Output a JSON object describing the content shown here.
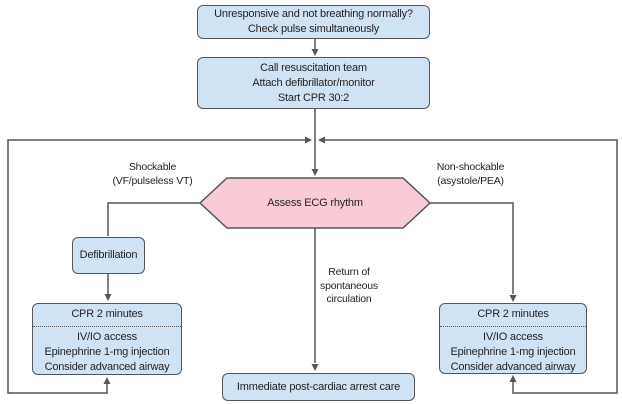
{
  "colors": {
    "box_fill": "#cfe3f4",
    "hexagon_fill": "#f8cbd6",
    "border_and_lines": "#54565a",
    "text": "#231f20",
    "background": "#ffffff"
  },
  "nodes": {
    "start": {
      "line1": "Unresponsive and not breathing normally?",
      "line2": "Check pulse simultaneously"
    },
    "team": {
      "line1": "Call resuscitation team",
      "line2": "Attach defibrillator/monitor",
      "line3": "Start CPR 30:2"
    },
    "assess": {
      "label": "Assess ECG rhythm"
    },
    "defibrillation": {
      "label": "Defibrillation"
    },
    "cpr_left": {
      "title": "CPR 2 minutes",
      "line1": "IV/IO access",
      "line2": "Epinephrine 1-mg injection",
      "line3": "Consider advanced airway"
    },
    "cpr_right": {
      "title": "CPR 2 minutes",
      "line1": "IV/IO access",
      "line2": "Epinephrine 1-mg injection",
      "line3": "Consider advanced airway"
    },
    "post_arrest": {
      "label": "Immediate post-cardiac arrest care"
    }
  },
  "branch_labels": {
    "shockable": {
      "line1": "Shockable",
      "line2": "(VF/pulseless VT)"
    },
    "nonshockable": {
      "line1": "Non-shockable",
      "line2": "(asystole/PEA)"
    },
    "rosc": {
      "line1": "Return of",
      "line2": "spontaneous",
      "line3": "circulation"
    }
  }
}
